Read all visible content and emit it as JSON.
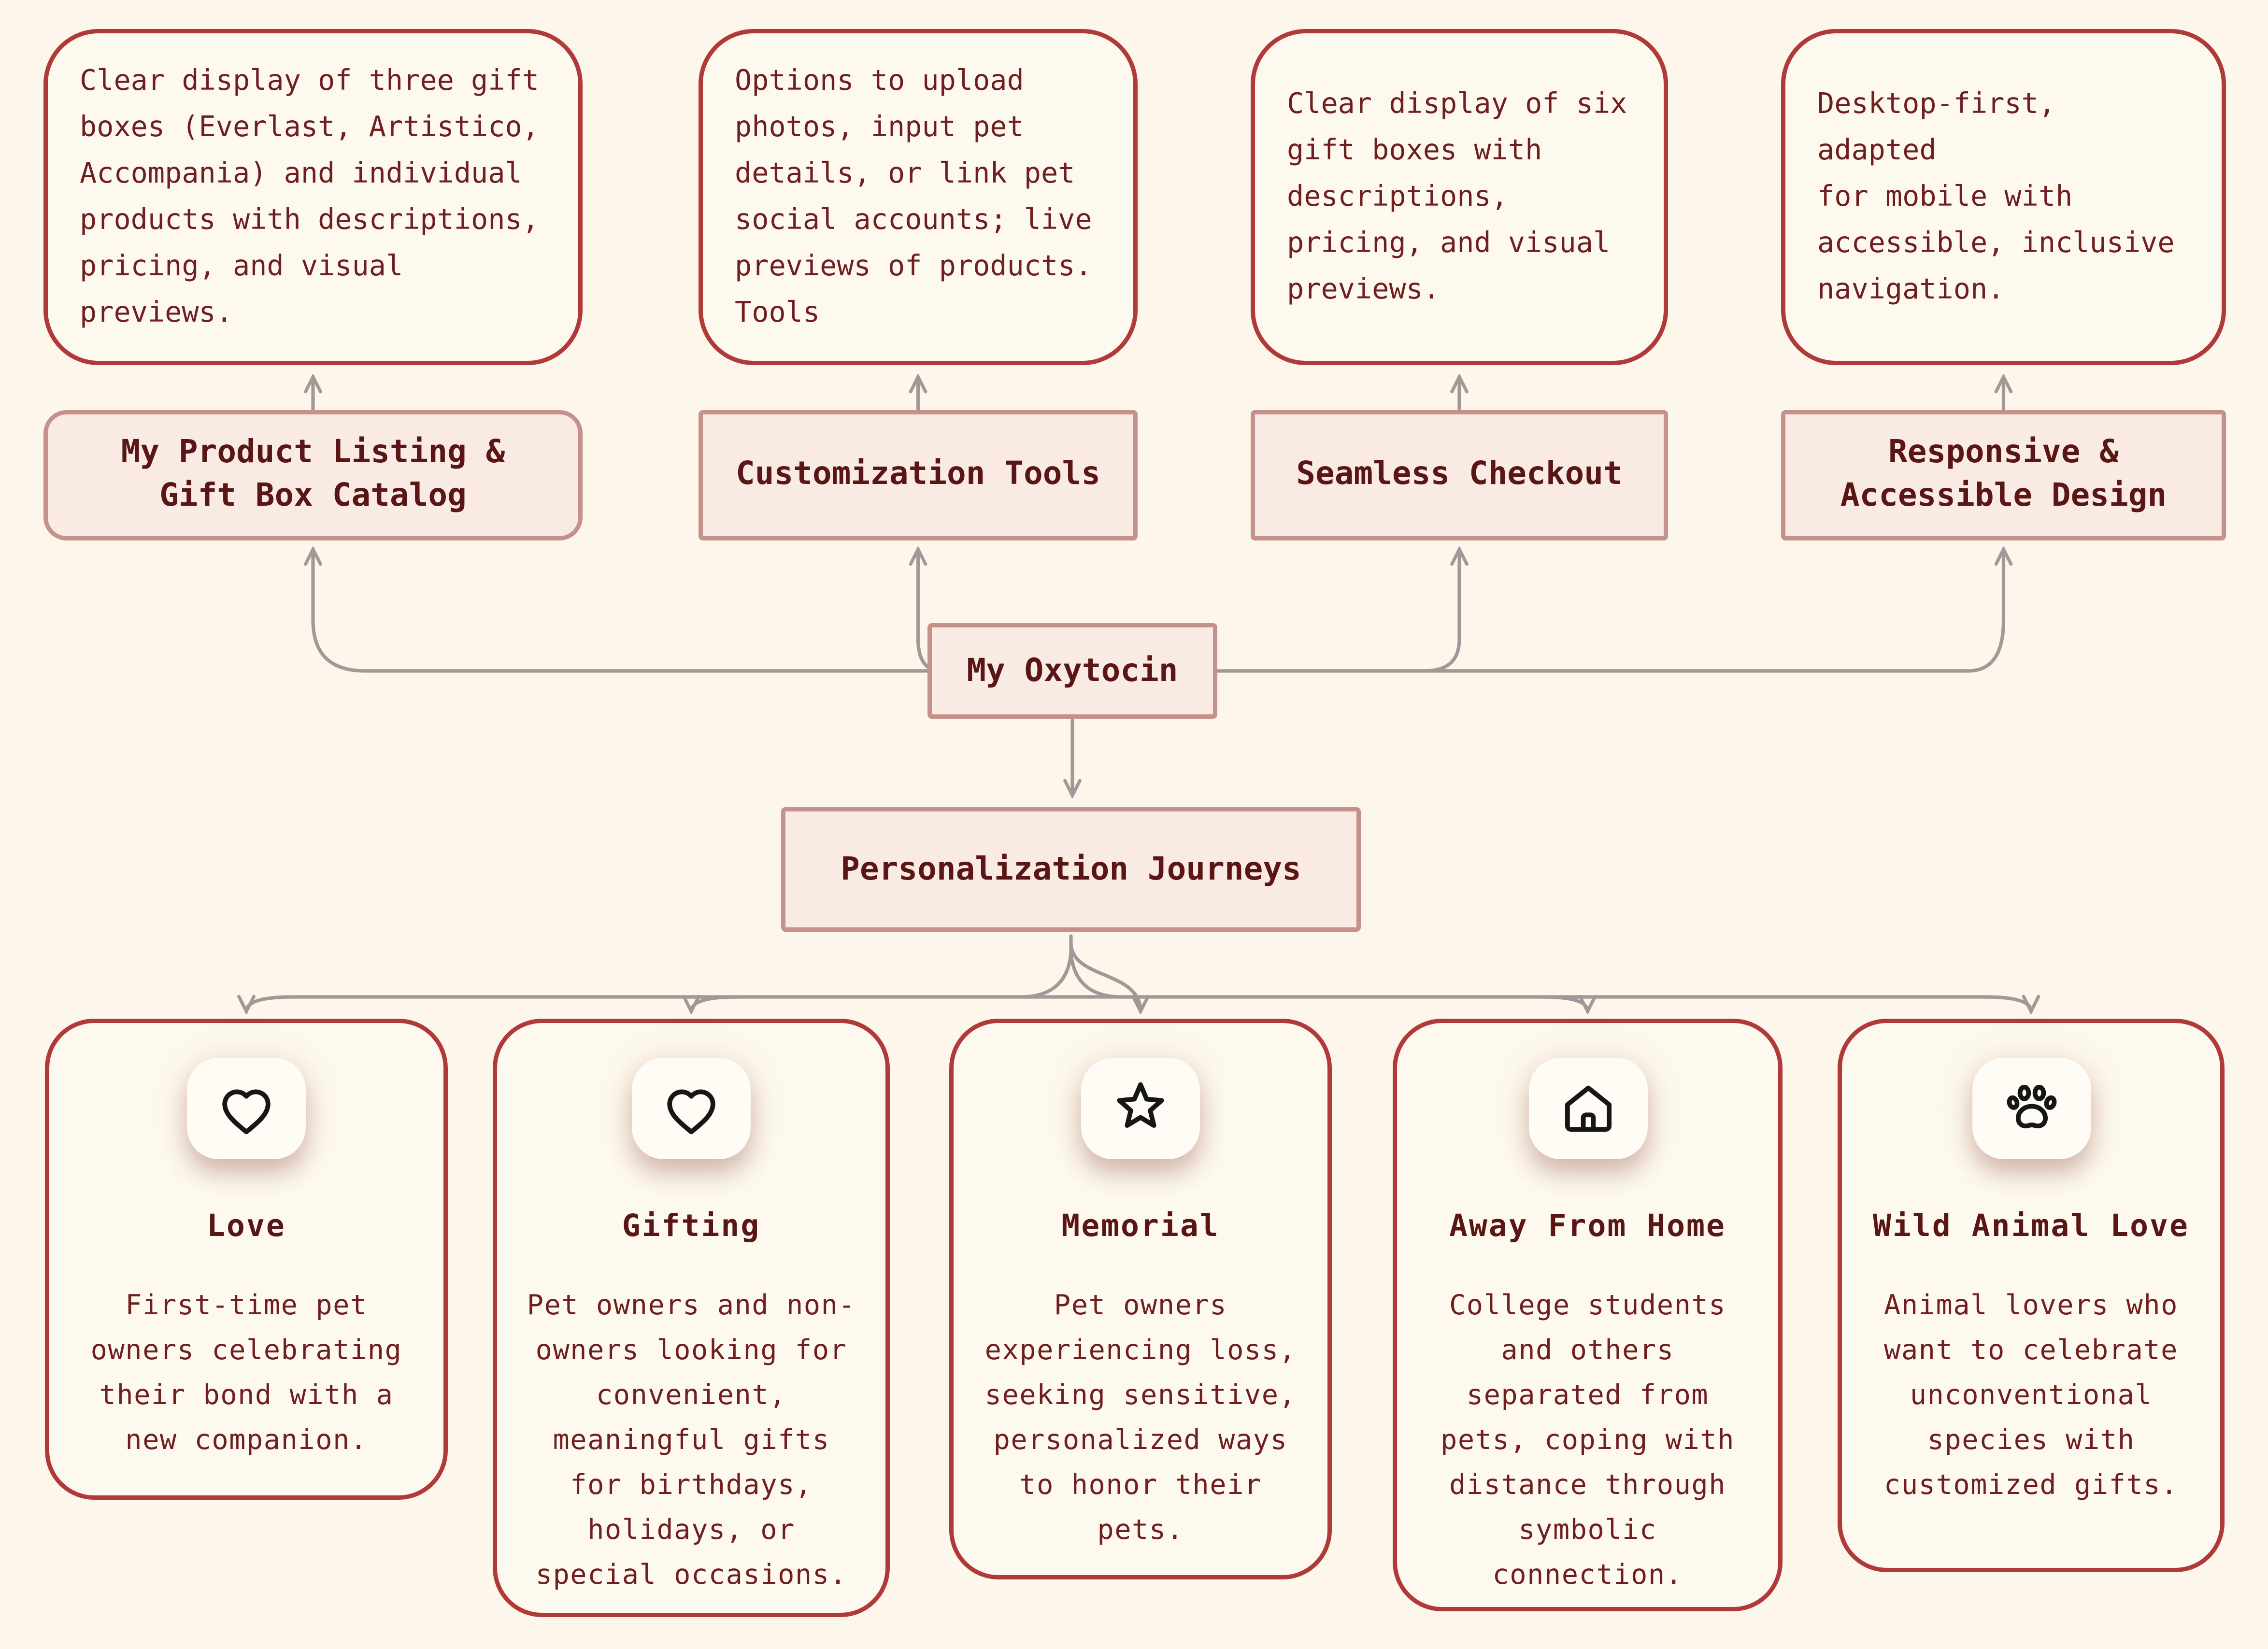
{
  "colors": {
    "background": "#FCF7EA",
    "card_border_red": "#B03A3A",
    "node_fill_pink": "#F9EAE3",
    "node_border_rose": "#C4928B",
    "heading_text": "#5A1515",
    "body_text": "#6F1F1F",
    "connector_gray": "#A29898",
    "icon_tile_fill": "#FEFCF5",
    "icon_stroke": "#161616"
  },
  "features": [
    {
      "description": "Clear display of three gift\nboxes (Everlast, Artistico,\nAccompania) and individual\nproducts with descriptions,\npricing, and visual\npreviews.",
      "label": "My Product Listing &\nGift Box Catalog"
    },
    {
      "description": "Options to upload\nphotos, input pet\ndetails, or link pet\nsocial accounts; live\npreviews of products.\nTools",
      "label": "Customization Tools"
    },
    {
      "description": "Clear display of six\ngift boxes with\ndescriptions,\npricing, and visual\npreviews.",
      "label": "Seamless Checkout"
    },
    {
      "description": "Desktop-first, adapted\nfor mobile with\naccessible, inclusive\nnavigation.",
      "label": "Responsive &\nAccessible Design"
    }
  ],
  "center": {
    "label": "My Oxytocin"
  },
  "hub": {
    "label": "Personalization Journeys"
  },
  "journeys": [
    {
      "icon": "heart-icon",
      "title": "Love",
      "description": "First-time pet\nowners celebrating\ntheir bond with a\nnew companion."
    },
    {
      "icon": "heart-icon",
      "title": "Gifting",
      "description": "Pet owners and non-\nowners looking for\nconvenient,\nmeaningful gifts\nfor birthdays,\nholidays, or\nspecial occasions."
    },
    {
      "icon": "star-icon",
      "title": "Memorial",
      "description": "Pet owners\nexperiencing loss,\nseeking sensitive,\npersonalized ways\nto honor their\npets."
    },
    {
      "icon": "home-icon",
      "title": "Away From Home",
      "description": "College students\nand others\nseparated from\npets, coping with\ndistance through\nsymbolic\nconnection."
    },
    {
      "icon": "paw-icon",
      "title": "Wild Animal Love",
      "description": "Animal lovers who\nwant to celebrate\nunconventional\nspecies with\ncustomized gifts."
    }
  ]
}
